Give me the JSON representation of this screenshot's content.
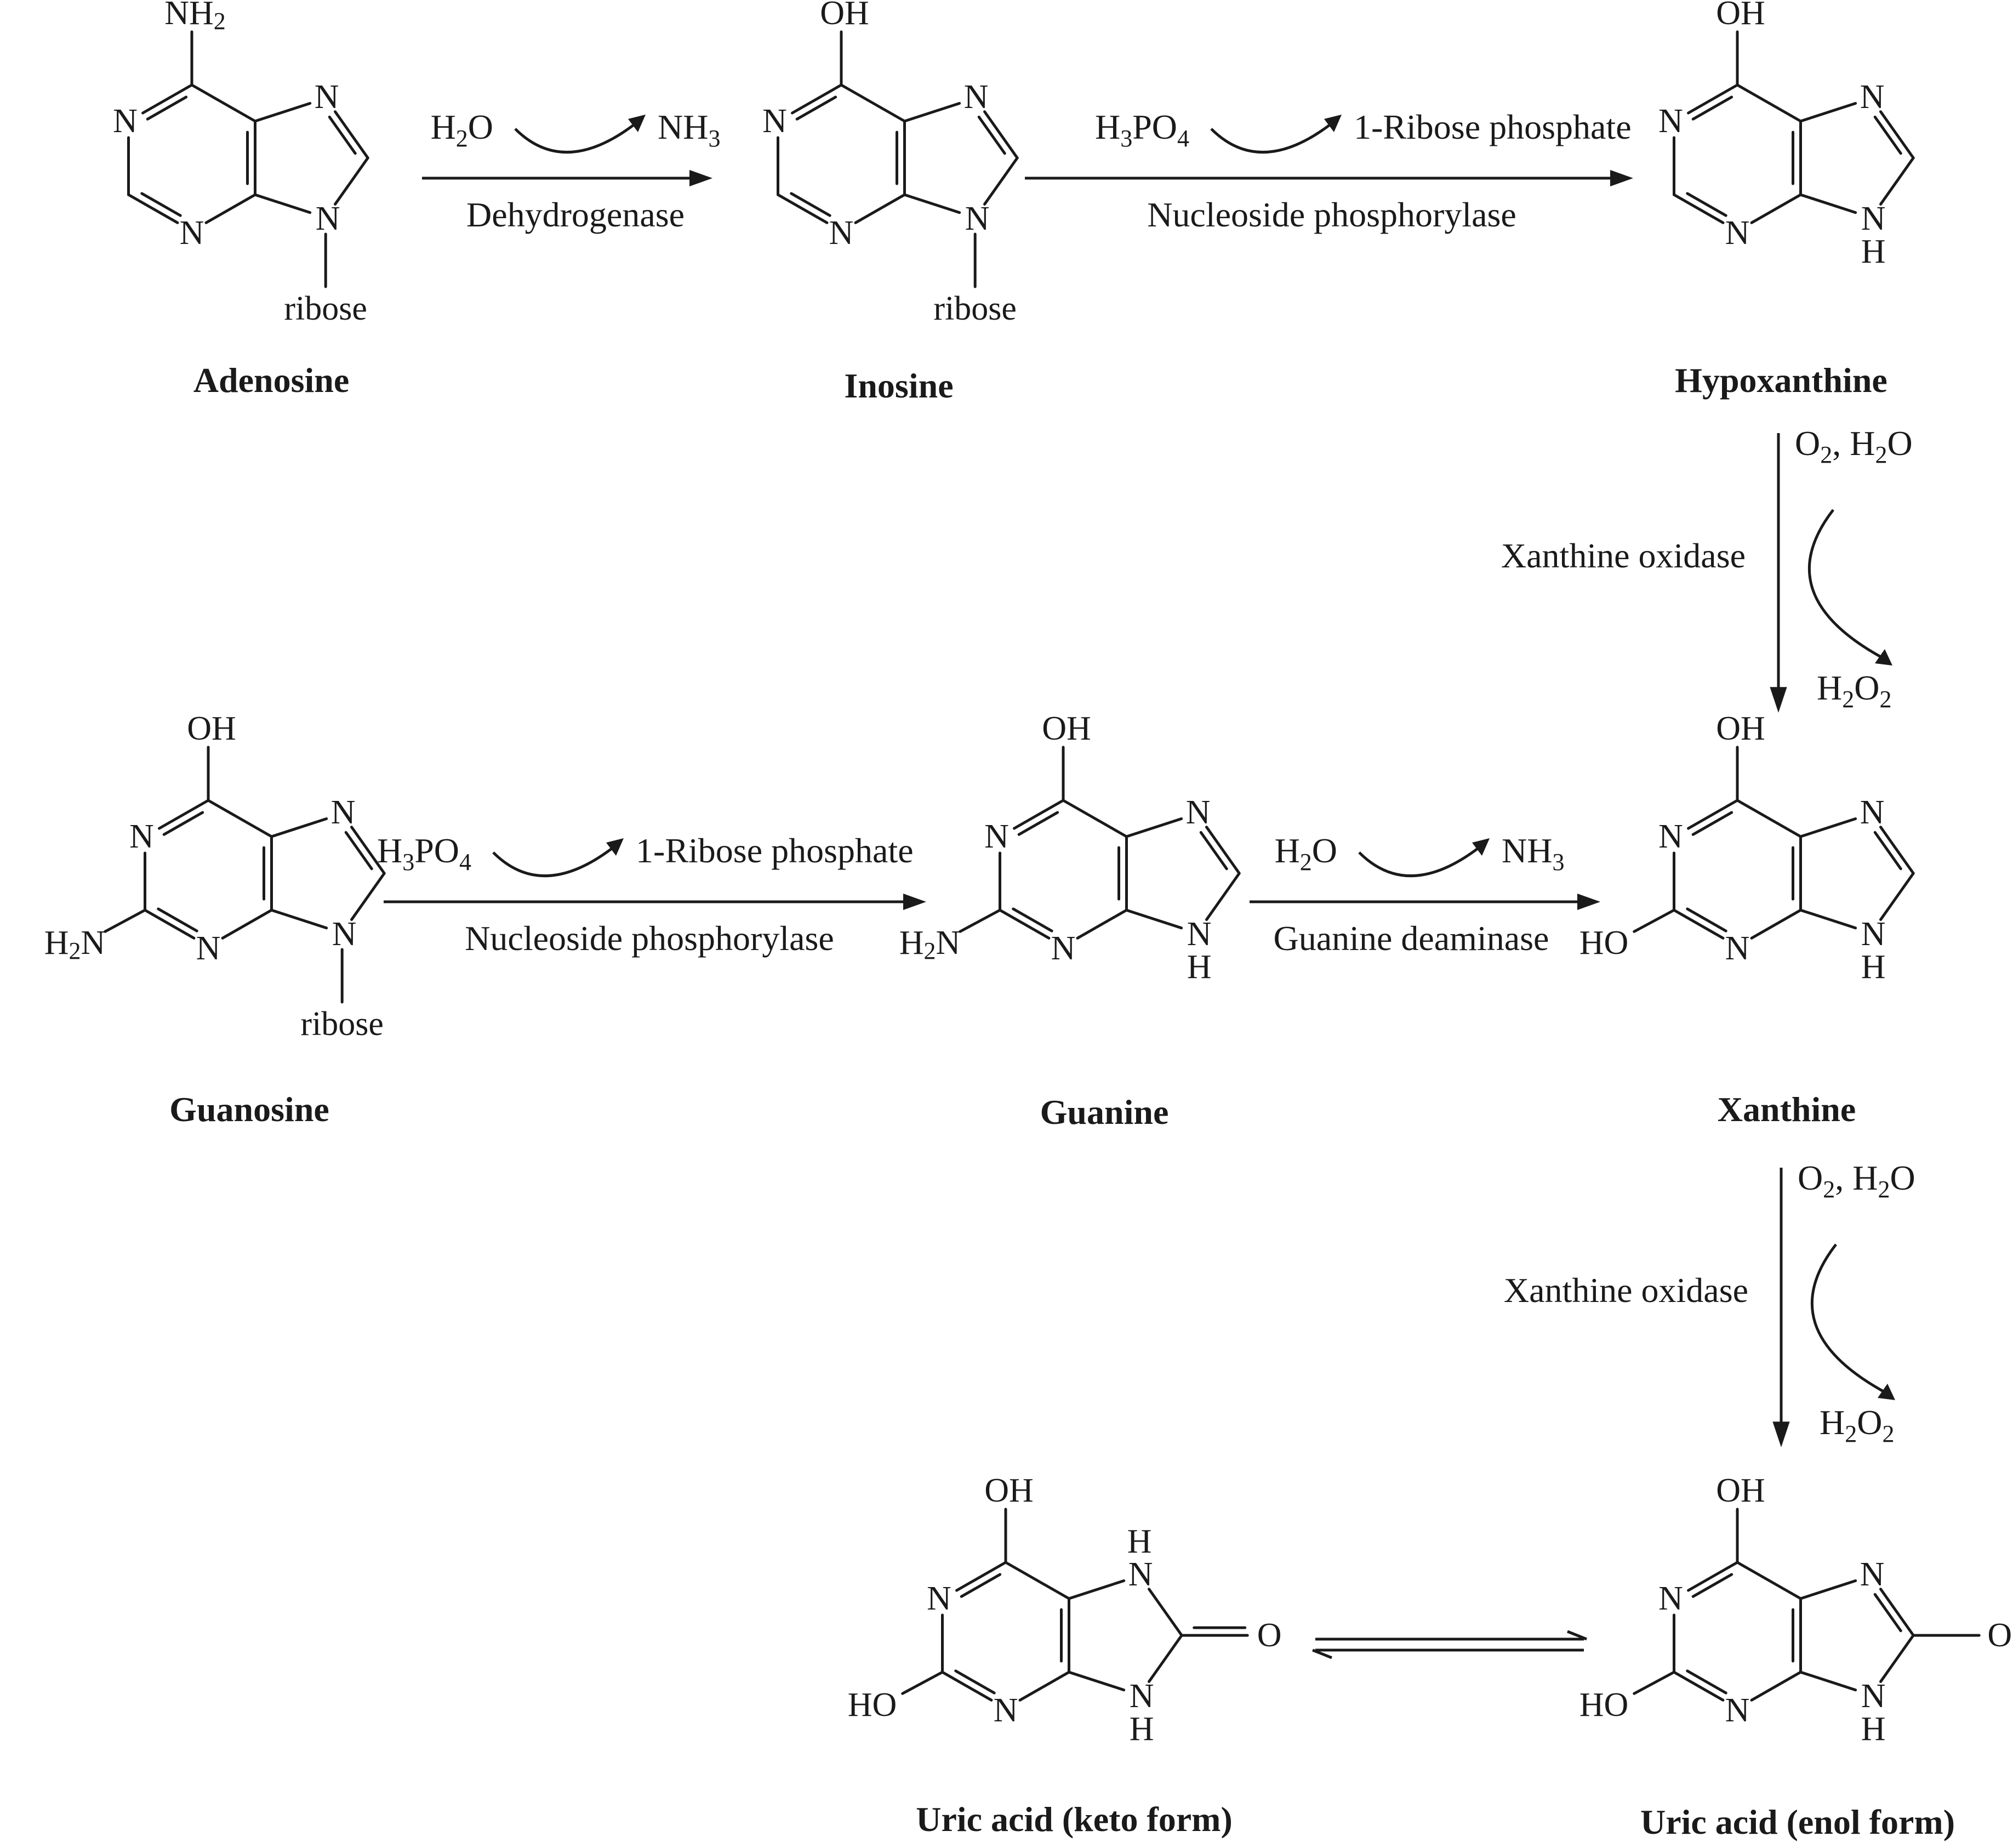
{
  "compounds": {
    "adenosine": {
      "name": "Adenosine",
      "sub_label": "NH2",
      "n1": "N",
      "n3": "N",
      "n7": "N",
      "n9": "N",
      "r9": "ribose"
    },
    "inosine": {
      "name": "Inosine",
      "sub_label": "OH",
      "n1": "N",
      "n3": "N",
      "n7": "N",
      "n9": "N",
      "r9": "ribose"
    },
    "hypoxanthine": {
      "name": "Hypoxanthine",
      "sub_label": "OH",
      "n1": "N",
      "n3": "N",
      "n7": "N",
      "n9": "N",
      "h9": "H"
    },
    "guanosine": {
      "name": "Guanosine",
      "sub_label": "OH",
      "sub2_label": "H2N",
      "n1": "N",
      "n3": "N",
      "n7": "N",
      "n9": "N",
      "r9": "ribose"
    },
    "guanine": {
      "name": "Guanine",
      "sub_label": "OH",
      "sub2_label": "H2N",
      "n1": "N",
      "n3": "N",
      "n7": "N",
      "n9": "N",
      "h9": "H"
    },
    "xanthine": {
      "name": "Xanthine",
      "sub_label": "OH",
      "sub2_label": "HO",
      "n1": "N",
      "n3": "N",
      "n7": "N",
      "n9": "N",
      "h9": "H"
    },
    "uric_keto": {
      "name": "Uric acid (keto form)",
      "sub_label": "OH",
      "sub2_label": "HO",
      "sub8_label": "O",
      "n1": "N",
      "n3": "N",
      "n7": "N",
      "n9": "N",
      "h7": "H",
      "h9": "H"
    },
    "uric_enol": {
      "name": "Uric acid (enol form)",
      "sub_label": "OH",
      "sub2_label": "HO",
      "sub8_label": "OH",
      "n1": "N",
      "n3": "N",
      "n7": "N",
      "n9": "N",
      "h9": "H"
    }
  },
  "reactions": {
    "r1": {
      "reactant": "H2O",
      "product": "NH3",
      "enzyme": "Dehydrogenase"
    },
    "r2": {
      "reactant": "H3PO4",
      "product": "1-Ribose phosphate",
      "enzyme": "Nucleoside phosphorylase"
    },
    "r3": {
      "reactant": "O2, H2O",
      "product": "H2O2",
      "enzyme": "Xanthine oxidase"
    },
    "r4": {
      "reactant": "H3PO4",
      "product": "1-Ribose phosphate",
      "enzyme": "Nucleoside phosphorylase"
    },
    "r5": {
      "reactant": "H2O",
      "product": "NH3",
      "enzyme": "Guanine deaminase"
    },
    "r6": {
      "reactant": "O2, H2O",
      "product": "H2O2",
      "enzyme": "Xanthine oxidase"
    }
  }
}
